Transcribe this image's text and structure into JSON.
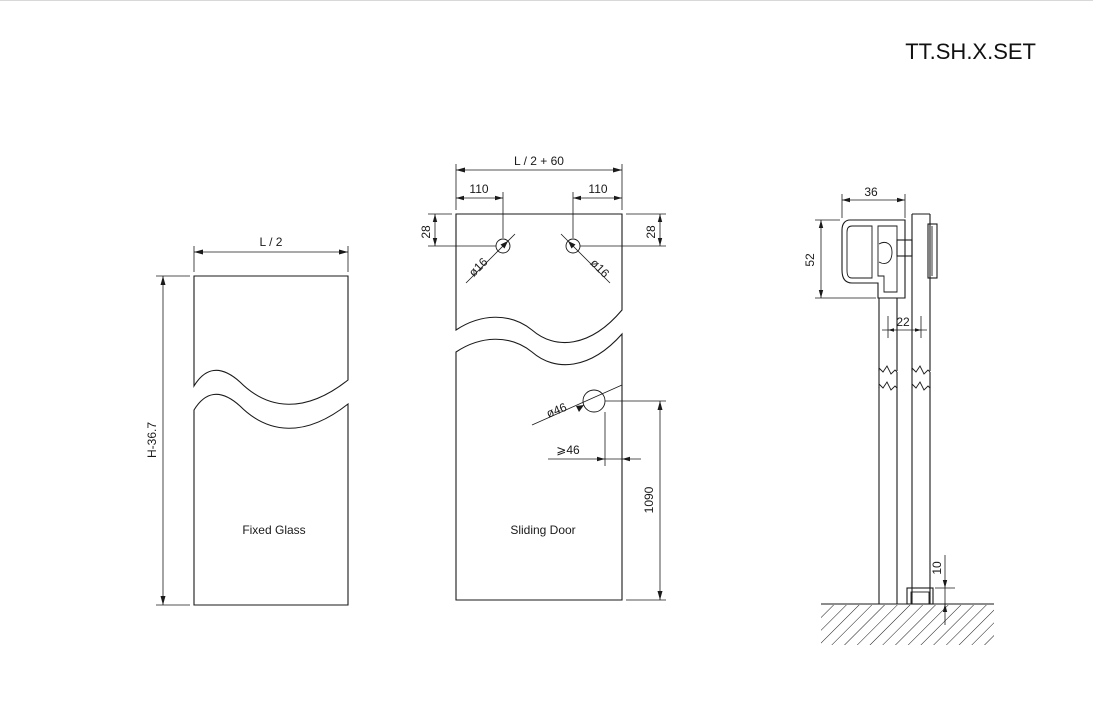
{
  "product_code": "TT.SH.X.SET",
  "fixed_panel": {
    "name": "Fixed Glass",
    "width_label": "L / 2",
    "height_label": "H-36.7"
  },
  "sliding_panel": {
    "name": "Sliding Door",
    "width_label": "L / 2 + 60",
    "hole_offset_left": "110",
    "hole_offset_right": "110",
    "hole_top_left": "28",
    "hole_top_right": "28",
    "hole_dia_left": "ø16",
    "hole_dia_right": "ø16",
    "handle_dia": "ø46",
    "handle_edge": "⩾46",
    "handle_height": "1090"
  },
  "side_view": {
    "rail_width": "36",
    "rail_height": "52",
    "glass_gap": "22",
    "floor_gap": "10"
  }
}
